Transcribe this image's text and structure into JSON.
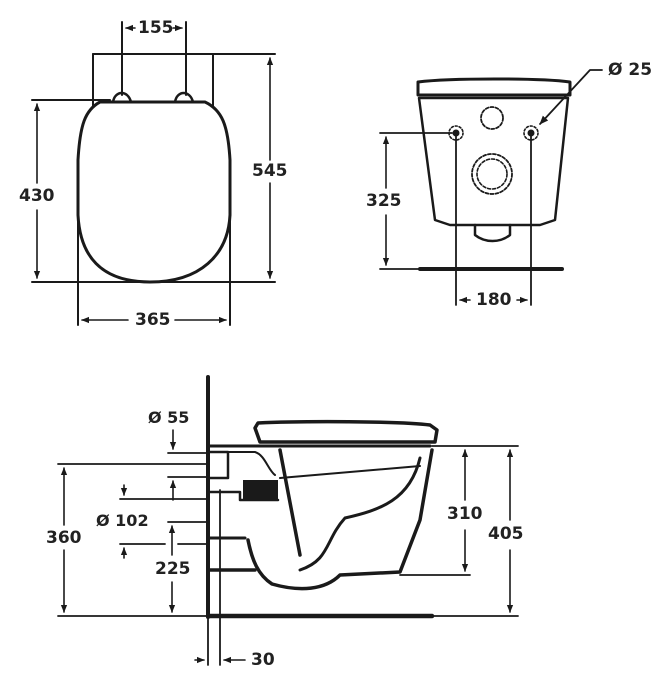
{
  "drawing": {
    "subject": "wall-hung toilet dimension drawing",
    "views": {
      "top_view": {
        "dimensions": {
          "hinge_spacing": "155",
          "seat_length": "430",
          "overall_length": "545",
          "width": "365"
        }
      },
      "rear_view": {
        "dimensions": {
          "fixing_hole_diameter": "Ø 25",
          "fixing_height": "325",
          "fixing_spacing": "180"
        }
      },
      "side_view": {
        "dimensions": {
          "inlet_diameter": "Ø 55",
          "outlet_diameter": "Ø 102",
          "inlet_height": "360",
          "outlet_height": "225",
          "wall_offset": "30",
          "bowl_height": "310",
          "rim_height": "405"
        }
      }
    },
    "line_color": "#1a1a1a"
  }
}
